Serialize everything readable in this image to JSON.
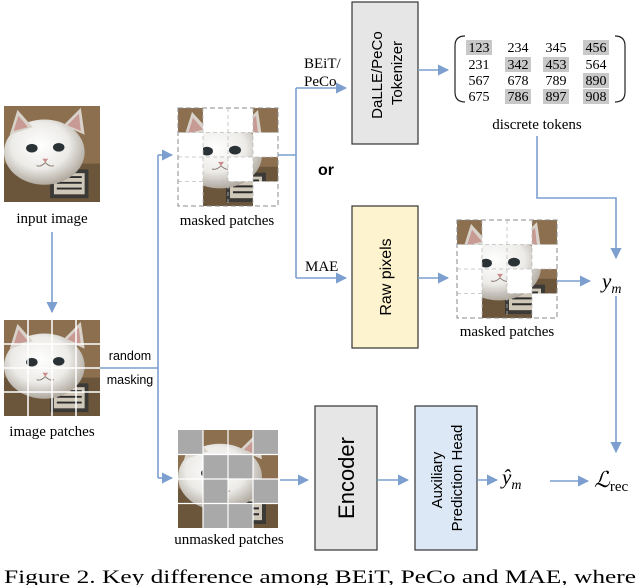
{
  "labels": {
    "input_image": "input image",
    "image_patches": "image patches",
    "random": "random",
    "masking": "masking",
    "masked_patches_top": "masked patches",
    "masked_patches_mid": "masked patches",
    "unmasked_patches": "unmasked patches",
    "beit_line1": "BEiT/",
    "beit_line2": "PeCo",
    "mae": "MAE",
    "or": "or",
    "tokenizer_line1": "DaLLE/PeCo",
    "tokenizer_line2": "Tokenizer",
    "raw_pixels": "Raw pixels",
    "encoder": "Encoder",
    "aux_line1": "Auxiliary",
    "aux_line2": "Prediction Head",
    "discrete_tokens": "discrete tokens",
    "y_m": "y",
    "y_m_sub": "m",
    "y_hat": "ŷ",
    "y_hat_sub": "m",
    "loss": "ℒ",
    "loss_sub": "rec",
    "caption": "Figure 2. Key difference among BEiT, PeCo and MAE, where"
  },
  "tokens": {
    "rows": [
      [
        "123",
        "234",
        "345",
        "456"
      ],
      [
        "231",
        "342",
        "453",
        "564"
      ],
      [
        "567",
        "678",
        "789",
        "890"
      ],
      [
        "675",
        "786",
        "897",
        "908"
      ]
    ],
    "highlighted": [
      [
        0,
        0
      ],
      [
        0,
        3
      ],
      [
        1,
        1
      ],
      [
        1,
        2
      ],
      [
        2,
        3
      ],
      [
        3,
        1
      ],
      [
        3,
        2
      ],
      [
        3,
        3
      ]
    ]
  },
  "colors": {
    "arrow": "#7c9fd0",
    "tokenizer_fill": "#e6e6e6",
    "raw_pixels_fill": "#fdf3cf",
    "encoder_fill": "#e6e6e6",
    "aux_fill": "#dde8f6",
    "box_stroke": "#333333",
    "token_highlight": "#c8c8c8"
  }
}
